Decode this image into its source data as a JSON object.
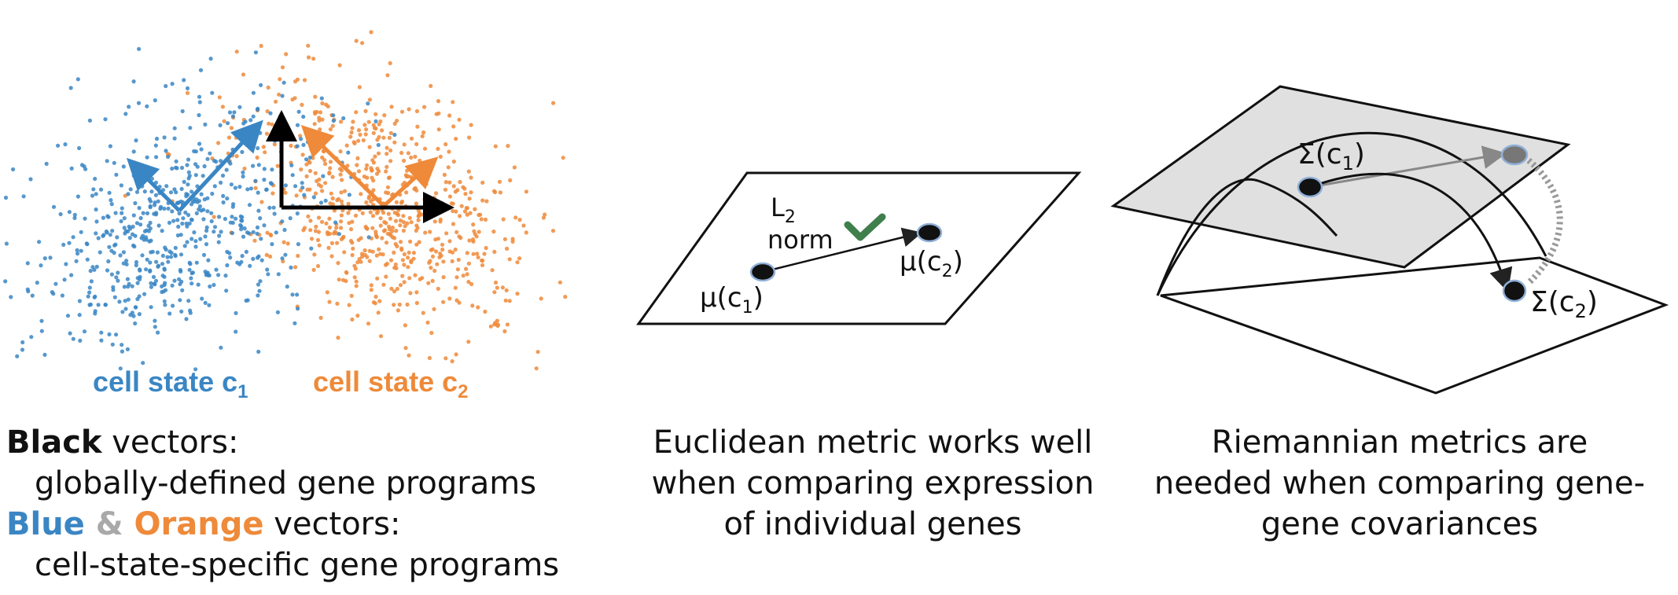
{
  "scatter": {
    "label_c1": "cell state c",
    "label_c1_sub": "1",
    "label_c2": "cell state c",
    "label_c2_sub": "2",
    "colors": {
      "blue": "#3a86c4",
      "orange": "#ee8a3a",
      "black": "#000000"
    }
  },
  "euclid": {
    "norm_L": "L",
    "norm_sub": "2",
    "norm_word": "norm",
    "check_icon": "check-icon",
    "check_color": "#3f7f4c",
    "mu1_pre": "μ(c",
    "mu1_sub": "1",
    "mu1_post": ")",
    "mu2_pre": "μ(c",
    "mu2_sub": "2",
    "mu2_post": ")"
  },
  "riemann": {
    "sig1_pre": "Σ(c",
    "sig1_sub": "1",
    "sig1_post": ")",
    "sig2_pre": "Σ(c",
    "sig2_sub": "2",
    "sig2_post": ")"
  },
  "captions": {
    "left": {
      "black_word": "Black",
      "black_rest": " vectors:",
      "black_desc": "globally-defined gene programs",
      "blue_word": "Blue",
      "amp": " & ",
      "orange_word": "Orange",
      "bo_rest": " vectors:",
      "bo_desc": "cell-state-specific gene programs"
    },
    "middle": {
      "line1": "Euclidean metric works well",
      "line2": "when  comparing expression",
      "line3": "of  individual genes"
    },
    "right": {
      "line1": "Riemannian metrics are",
      "line2": "needed when comparing gene-",
      "line3": "gene covariances"
    }
  }
}
